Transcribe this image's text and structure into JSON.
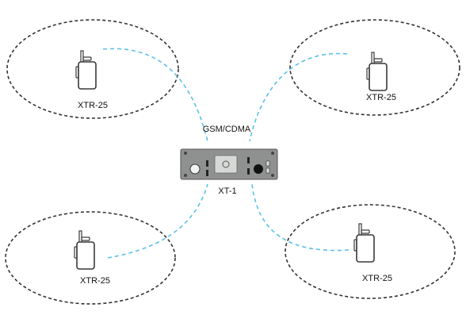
{
  "network": {
    "link_label": "GSM/CDMA",
    "base_unit": {
      "label": "XT-1",
      "panel_color": "#8f9190",
      "display_color": "#d6d8d6"
    },
    "radios": [
      {
        "label": "XTR-25"
      },
      {
        "label": "XTR-25"
      },
      {
        "label": "XTR-25"
      },
      {
        "label": "XTR-25"
      }
    ],
    "colors": {
      "link_line": "#5bc0ea",
      "coverage_outline": "#333333",
      "device_outline": "#3a3a3a"
    }
  }
}
